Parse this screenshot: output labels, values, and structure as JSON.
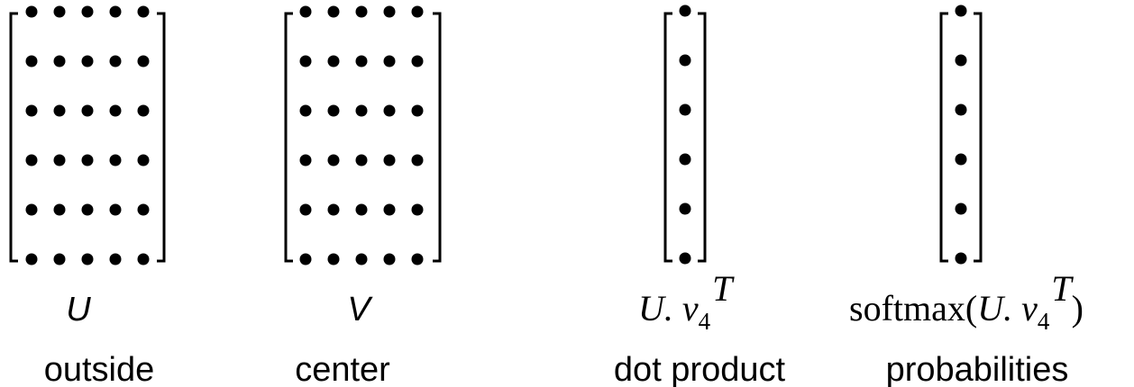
{
  "matrices": [
    {
      "id": "outside",
      "symbol": "U",
      "caption": "outside",
      "rows": 6,
      "cols": 5
    },
    {
      "id": "center",
      "symbol": "V",
      "caption": "center",
      "rows": 6,
      "cols": 5
    },
    {
      "id": "dot-product",
      "symbol_main": "U. v",
      "symbol_sub": "4",
      "symbol_sup": "T",
      "caption": "dot product",
      "rows": 6,
      "cols": 1
    },
    {
      "id": "probabilities",
      "symbol_prefix": "softmax(",
      "symbol_main": "U. v",
      "symbol_sub": "4",
      "symbol_sup": "T",
      "symbol_suffix": ")",
      "caption": "probabilities",
      "rows": 6,
      "cols": 1
    }
  ]
}
